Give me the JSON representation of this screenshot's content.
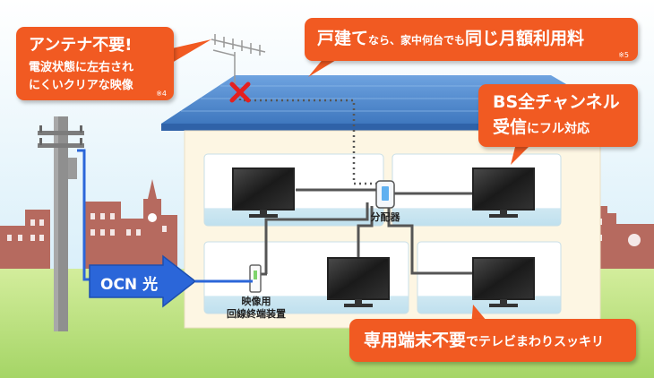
{
  "callouts": {
    "antenna": {
      "line1": "アンテナ不要!",
      "line2": "電波状態に左右され",
      "line3": "にくいクリアな映像",
      "note": "※4"
    },
    "price": {
      "big1": "戸建て",
      "small1": "なら、家中何台でも",
      "big2": "同じ月額利用料",
      "note": "※5"
    },
    "bs": {
      "line1": "BS全チャンネル",
      "line2_big": "受信",
      "line2_small": "にフル対応"
    },
    "device": {
      "big": "専用端末不要",
      "small": "でテレビまわりスッキリ"
    }
  },
  "labels": {
    "ocn": "OCN 光",
    "splitter": "分配器",
    "onu_line1": "映像用",
    "onu_line2": "回線終端装置"
  },
  "colors": {
    "accent": "#f15a22",
    "fiber": "#2b66d9",
    "roof": "#4d86c9",
    "house": "#fdf6e3",
    "grass": "#b7df7a",
    "sky": "#d6eefa",
    "buildings": "#b66a5f"
  }
}
